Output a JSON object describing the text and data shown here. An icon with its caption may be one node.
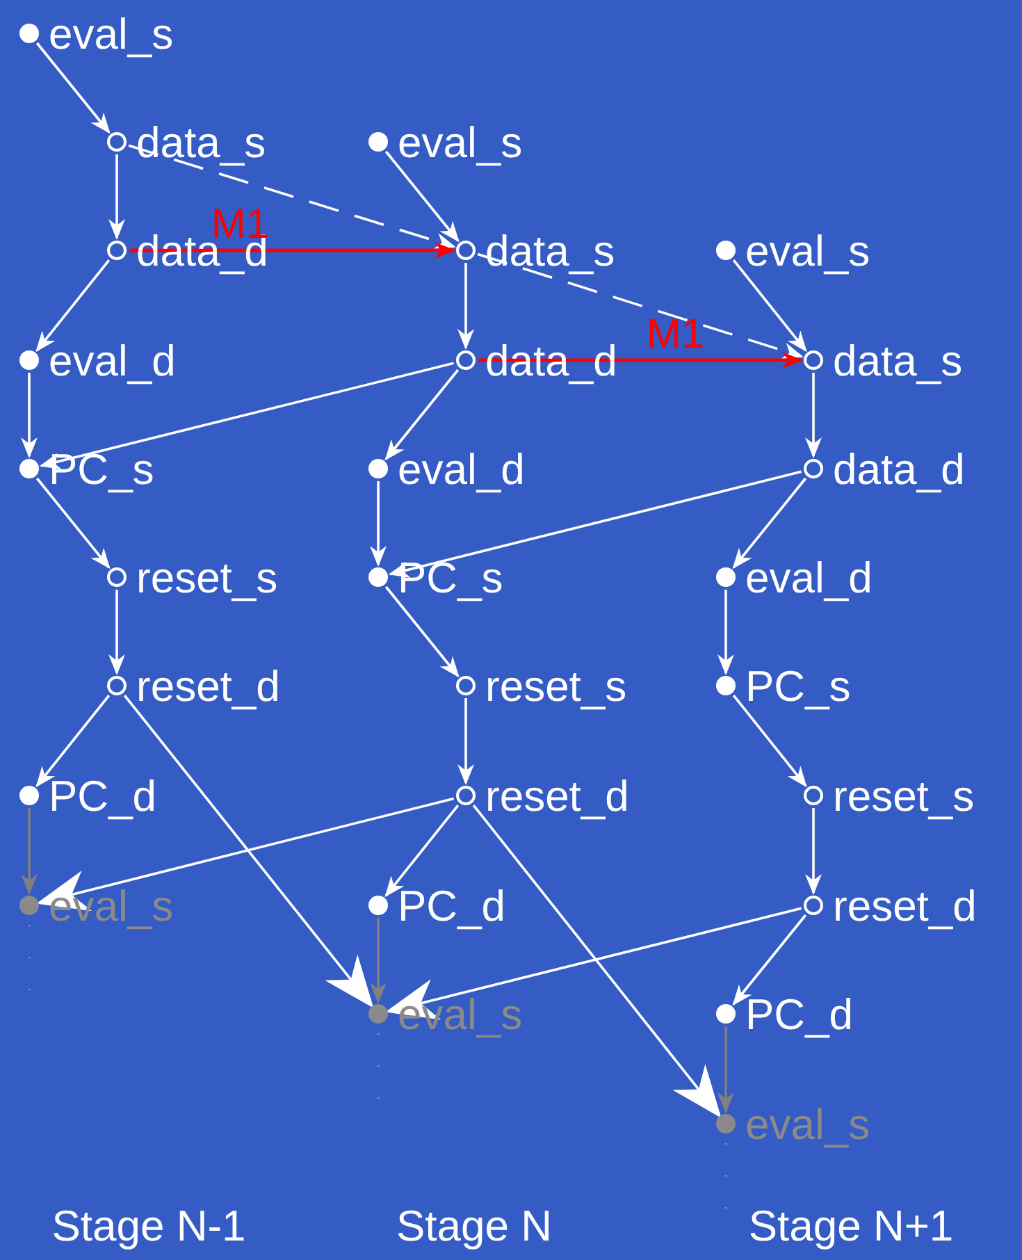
{
  "diagram": {
    "nodes": [
      {
        "text": [
          "eval_s"
        ]
      },
      {
        "text": [
          "data_s"
        ]
      },
      {
        "text": [
          "data_d"
        ]
      },
      {
        "text": [
          "eval_d"
        ]
      },
      {
        "text": [
          "PC_s"
        ]
      },
      {
        "text": [
          "reset_s"
        ]
      },
      {
        "text": [
          "reset_d"
        ]
      },
      {
        "text": [
          "PC_d"
        ]
      },
      {
        "text": [
          "eval_s"
        ]
      },
      {
        "text": [
          "eval_s"
        ]
      },
      {
        "text": [
          "data_s"
        ]
      },
      {
        "text": [
          "data_d"
        ]
      },
      {
        "text": [
          "eval_d"
        ]
      },
      {
        "text": [
          "PC_s"
        ]
      },
      {
        "text": [
          "reset_s"
        ]
      },
      {
        "text": [
          "reset_d"
        ]
      },
      {
        "text": [
          "PC_d"
        ]
      },
      {
        "text": [
          "eval_s"
        ]
      },
      {
        "text": [
          "eval_s"
        ]
      },
      {
        "text": [
          "data_s"
        ]
      },
      {
        "text": [
          "data_d"
        ]
      },
      {
        "text": [
          "eval_d"
        ]
      },
      {
        "text": [
          "PC_s"
        ]
      },
      {
        "text": [
          "reset_s"
        ]
      },
      {
        "text": [
          "reset_d"
        ]
      },
      {
        "text": [
          "PC_d"
        ]
      },
      {
        "text": [
          "eval_s"
        ]
      }
    ],
    "edges": [
      {
        "from": 0,
        "to": 1,
        "arrow": "to"
      },
      {
        "from": 1,
        "to": 2,
        "arrow": "to"
      },
      {
        "from": 1,
        "to": 10,
        "arrow": "to",
        "style": "dashed"
      },
      {
        "from": 2,
        "to": 10,
        "arrow": "to",
        "label": "M1",
        "color": "#ff0000"
      },
      {
        "from": 2,
        "to": 3,
        "arrow": "to"
      },
      {
        "from": 3,
        "to": 4,
        "arrow": "to"
      },
      {
        "from": 11,
        "to": 4,
        "arrow": "to"
      },
      {
        "from": 4,
        "to": 5,
        "arrow": "to"
      },
      {
        "from": 5,
        "to": 6,
        "arrow": "to"
      },
      {
        "from": 6,
        "to": 7,
        "arrow": "to"
      },
      {
        "from": 7,
        "to": 8,
        "arrow": "to",
        "color": "#808080"
      },
      {
        "from": 6,
        "to": 17,
        "arrow": "to"
      },
      {
        "from": 15,
        "to": 8,
        "arrow": "to"
      },
      {
        "from": 9,
        "to": 10,
        "arrow": "to"
      },
      {
        "from": 10,
        "to": 11,
        "arrow": "to"
      },
      {
        "from": 10,
        "to": 19,
        "arrow": "to",
        "style": "dashed"
      },
      {
        "from": 11,
        "to": 19,
        "arrow": "to",
        "label": "M1",
        "color": "#ff0000"
      },
      {
        "from": 11,
        "to": 12,
        "arrow": "to"
      },
      {
        "from": 12,
        "to": 13,
        "arrow": "to"
      },
      {
        "from": 20,
        "to": 13,
        "arrow": "to"
      },
      {
        "from": 13,
        "to": 14,
        "arrow": "to"
      },
      {
        "from": 14,
        "to": 15,
        "arrow": "to"
      },
      {
        "from": 15,
        "to": 16,
        "arrow": "to"
      },
      {
        "from": 16,
        "to": 17,
        "arrow": "to",
        "color": "#808080"
      },
      {
        "from": 15,
        "to": 26,
        "arrow": "to"
      },
      {
        "from": 24,
        "to": 17,
        "arrow": "to"
      },
      {
        "from": 18,
        "to": 19,
        "arrow": "to"
      },
      {
        "from": 19,
        "to": 20,
        "arrow": "to"
      },
      {
        "from": 20,
        "to": 21,
        "arrow": "to"
      },
      {
        "from": 21,
        "to": 22,
        "arrow": "to"
      },
      {
        "from": 22,
        "to": 23,
        "arrow": "to"
      },
      {
        "from": 23,
        "to": 24,
        "arrow": "to"
      },
      {
        "from": 24,
        "to": 25,
        "arrow": "to"
      },
      {
        "from": 25,
        "to": 26,
        "arrow": "to",
        "color": "#808080"
      }
    ],
    "labels": [
      "Stage N-1",
      "Stage N",
      "Stage N+1"
    ]
  }
}
